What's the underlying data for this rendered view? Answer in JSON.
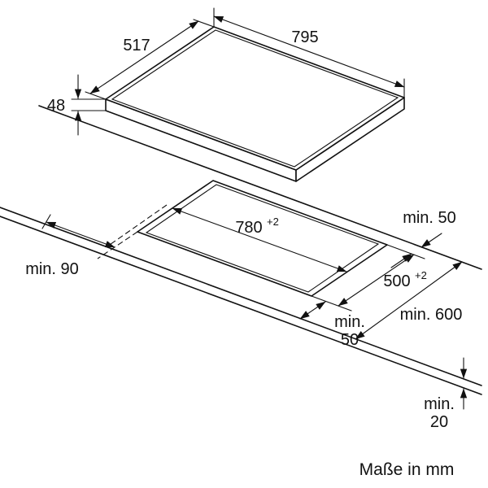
{
  "title": "Maße in mm",
  "colors": {
    "line": "#111111",
    "background": "#ffffff"
  },
  "dims": {
    "hob_width": "795",
    "hob_depth": "517",
    "hob_height": "48",
    "cutout_width": "780",
    "cutout_width_tol": "+2",
    "cutout_depth": "500",
    "cutout_depth_tol": "+2",
    "clearance_rear": "min. 50",
    "clearance_left": "min. 90",
    "clearance_front_1": "min.",
    "clearance_front_2": "50",
    "worktop_depth": "min. 600",
    "front_edge_1": "min.",
    "front_edge_2": "20"
  }
}
